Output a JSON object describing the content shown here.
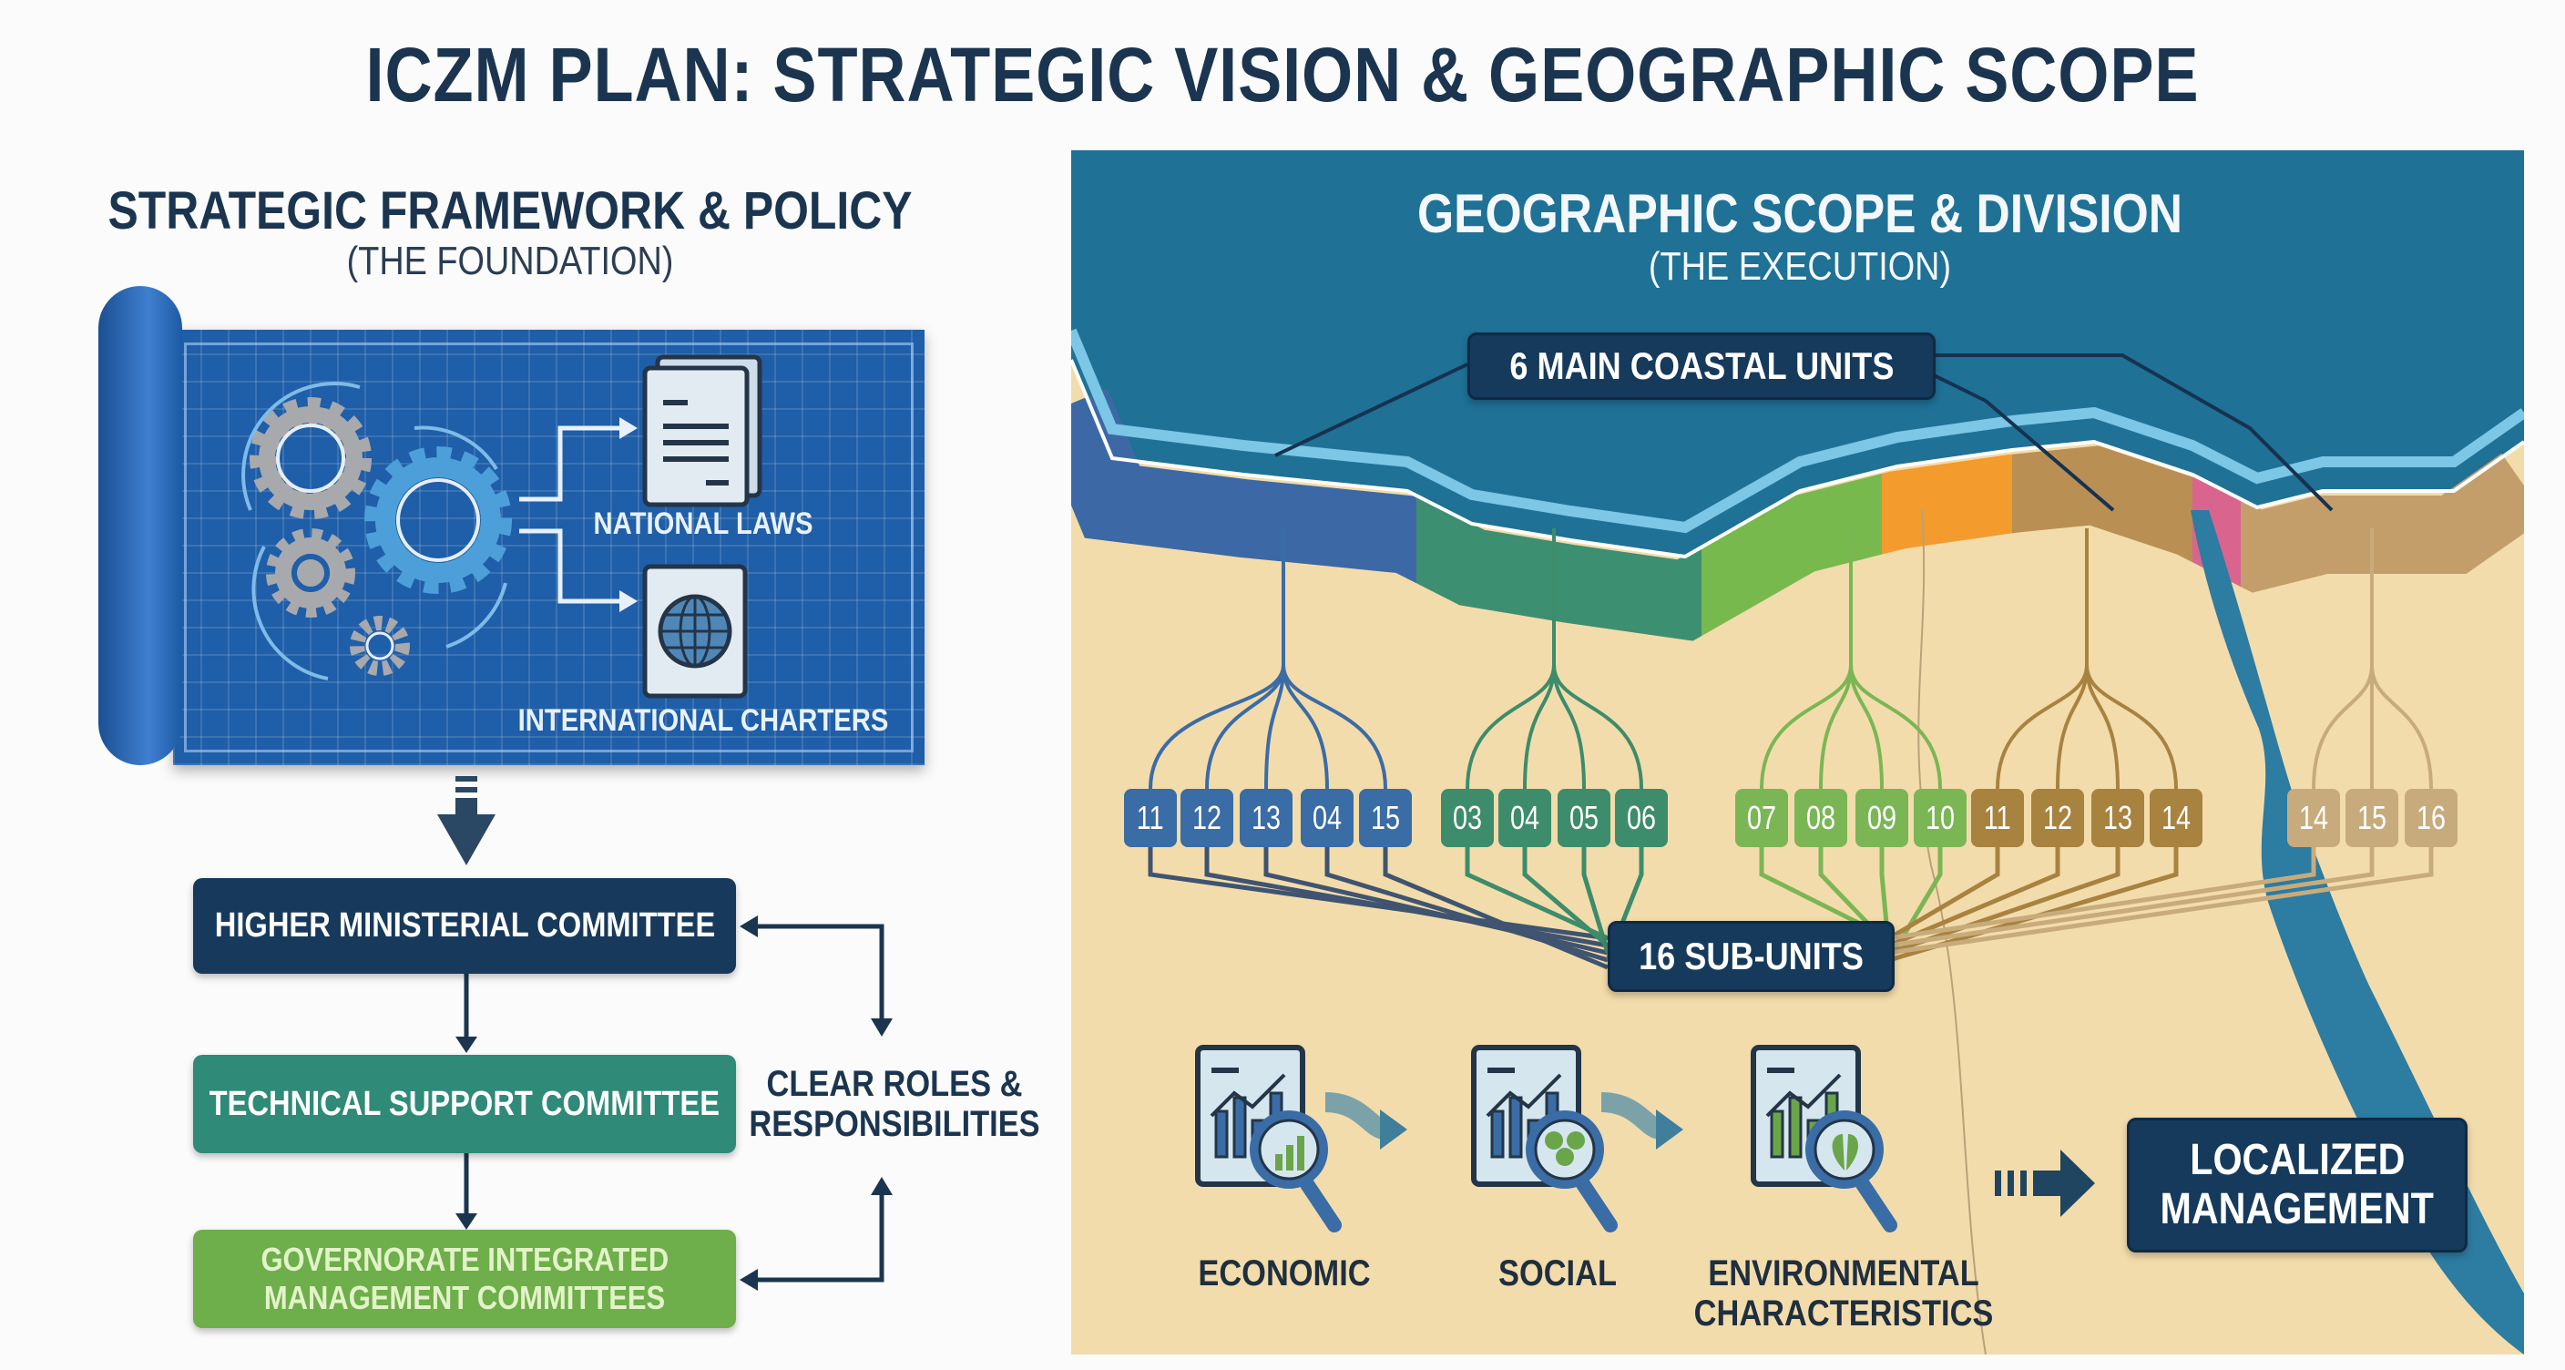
{
  "title": "ICZM PLAN: STRATEGIC VISION & GEOGRAPHIC SCOPE",
  "left": {
    "heading": "STRATEGIC FRAMEWORK & POLICY",
    "subheading": "(THE FOUNDATION)",
    "national_laws": "NATIONAL LAWS",
    "international_charters": "INTERNATIONAL CHARTERS",
    "committees": [
      {
        "label": "HIGHER MINISTERIAL COMMITTEE",
        "color": "#17395b",
        "text_color": "#ffffff"
      },
      {
        "label": "TECHNICAL SUPPORT COMMITTEE",
        "color": "#2f8a78",
        "text_color": "#ffffff"
      },
      {
        "label_lines": [
          "GOVERNORATE INTEGRATED",
          "MANAGEMENT COMMITTEES"
        ],
        "color": "#6eae4b",
        "text_color": "#e3f3c8"
      }
    ],
    "roles_lines": [
      "CLEAR ROLES &",
      "RESPONSIBILITIES"
    ]
  },
  "right": {
    "heading": "GEOGRAPHIC SCOPE & DIVISION",
    "subheading": "(THE EXECUTION)",
    "main_units_label": "6 MAIN COASTAL UNITS",
    "sub_units_label": "16 SUB-UNITS",
    "sub_unit_groups": [
      {
        "color": "#3a6ca6",
        "units": [
          "11",
          "12",
          "13",
          "04",
          "15"
        ]
      },
      {
        "color": "#3d8c6c",
        "units": [
          "03",
          "04",
          "05",
          "06"
        ]
      },
      {
        "color": "#7bb655",
        "units": [
          "07",
          "08",
          "09",
          "10"
        ]
      },
      {
        "color": "#a8823f",
        "units": [
          "11",
          "12",
          "13",
          "14"
        ]
      },
      {
        "color": "#c8ab7c",
        "units": [
          "14",
          "15",
          "16"
        ]
      }
    ],
    "coastal_unit_colors": [
      "#3c69a5",
      "#3d8f72",
      "#77b94d",
      "#f39b2c",
      "#b98f54",
      "#d9658f",
      "#c49e6a"
    ],
    "categories": [
      {
        "label_lines": [
          "ECONOMIC"
        ],
        "icon": "bar-chart-icon"
      },
      {
        "label_lines": [
          "SOCIAL"
        ],
        "icon": "people-icon"
      },
      {
        "label_lines": [
          "ENVIRONMENTAL",
          "CHARACTERISTICS"
        ],
        "icon": "leaf-icon"
      }
    ],
    "outcome_lines": [
      "LOCALIZED",
      "MANAGEMENT"
    ]
  },
  "colors": {
    "navy": "#1b3550",
    "sea": "#1f7196",
    "land": "#f3dcab",
    "blueprint": "#1f5ea8"
  }
}
